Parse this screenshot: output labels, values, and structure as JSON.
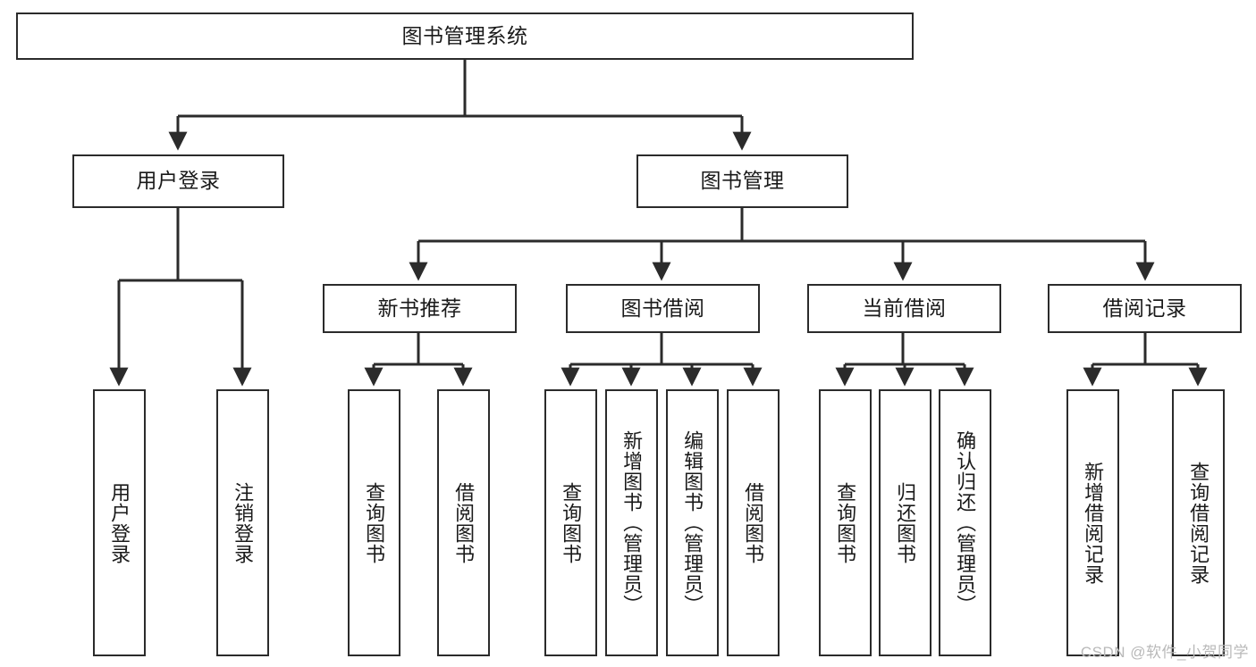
{
  "diagram": {
    "title": "图书管理系统",
    "type": "tree-hierarchy-chart",
    "colors": {
      "border": "#2b2b2b",
      "background": "#ffffff",
      "text": "#1a1a1a",
      "watermark": "#b9b9b9"
    },
    "root": {
      "id": "root",
      "label": "图书管理系统"
    },
    "level2": [
      {
        "id": "user-login",
        "label": "用户登录"
      },
      {
        "id": "book-manage",
        "label": "图书管理"
      }
    ],
    "level3": [
      {
        "id": "new-book-recommend",
        "label": "新书推荐"
      },
      {
        "id": "book-borrow",
        "label": "图书借阅"
      },
      {
        "id": "current-borrow",
        "label": "当前借阅"
      },
      {
        "id": "borrow-record",
        "label": "借阅记录"
      }
    ],
    "leaves": {
      "user_login": [
        {
          "id": "leaf-user-login",
          "label": "用户登录"
        },
        {
          "id": "leaf-logout-login",
          "label": "注销登录"
        }
      ],
      "new_book_recommend": [
        {
          "id": "leaf-query-book-1",
          "label": "查询图书"
        },
        {
          "id": "leaf-borrow-book-1",
          "label": "借阅图书"
        }
      ],
      "book_borrow": [
        {
          "id": "leaf-query-book-2",
          "label": "查询图书"
        },
        {
          "id": "leaf-add-book",
          "label": "新增图书（管理员）"
        },
        {
          "id": "leaf-edit-book",
          "label": "编辑图书（管理员）"
        },
        {
          "id": "leaf-borrow-book-2",
          "label": "借阅图书"
        }
      ],
      "current_borrow": [
        {
          "id": "leaf-query-book-3",
          "label": "查询图书"
        },
        {
          "id": "leaf-return-book",
          "label": "归还图书"
        },
        {
          "id": "leaf-confirm-return",
          "label": "确认归还（管理员）"
        }
      ],
      "borrow_record": [
        {
          "id": "leaf-add-record",
          "label": "新增借阅记录"
        },
        {
          "id": "leaf-query-record",
          "label": "查询借阅记录"
        }
      ]
    }
  },
  "watermark": {
    "text": "CSDN @软件_小贺同学"
  }
}
